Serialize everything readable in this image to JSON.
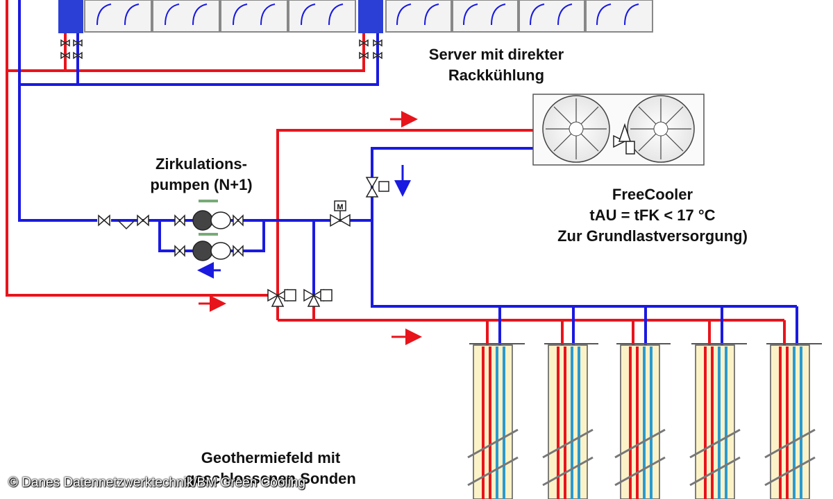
{
  "labels": {
    "server_line1": "Server mit direkter",
    "server_line2": "Rackkühlung",
    "pumps_line1": "Zirkulations-",
    "pumps_line2": "pumpen (N+1)",
    "freecooler_line1": "FreeCooler",
    "freecooler_line2": "tAU = tFK < 17 °C",
    "freecooler_line3": "Zur Grundlastversorgung)",
    "geo_line1": "Geothermiefeld mit",
    "geo_line2": "geschlossenen Sonden"
  },
  "valve_badge": "M",
  "copyright": "© Danes Datennetzwerktechnik/BM Green Cooling",
  "colors": {
    "supply_hot": "#e8141c",
    "return_cold": "#1a1ae0",
    "rack_blue": "#2b3fd6",
    "soil": "#fbf2c8",
    "frame": "#555555"
  },
  "probe_count": 5
}
